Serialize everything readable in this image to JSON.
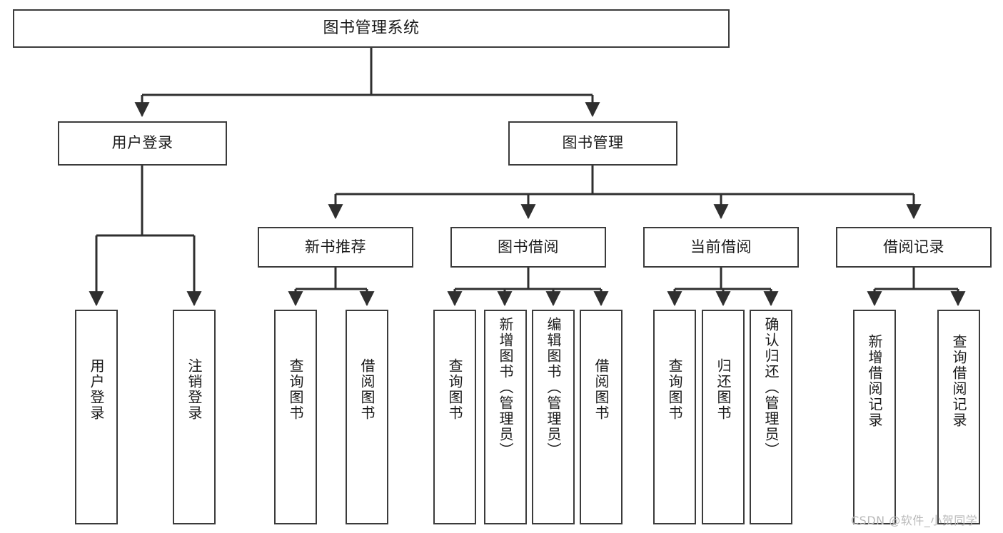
{
  "diagram": {
    "title": "图书管理系统",
    "type": "tree-hierarchy-diagram",
    "colors": {
      "box_border": "#3b3b3b",
      "box_fill": "#ffffff",
      "edge": "#2f2f2f",
      "text": "#1a1a1a",
      "watermark": "#b9b9b9",
      "background": "#ffffff"
    },
    "root": {
      "label": "图书管理系统"
    },
    "level2": [
      {
        "id": "user-login",
        "label": "用户登录"
      },
      {
        "id": "book-management",
        "label": "图书管理"
      }
    ],
    "level3": [
      {
        "id": "new-book-recommend",
        "label": "新书推荐"
      },
      {
        "id": "book-borrow",
        "label": "图书借阅"
      },
      {
        "id": "current-borrow",
        "label": "当前借阅"
      },
      {
        "id": "borrow-record",
        "label": "借阅记录"
      }
    ],
    "leaves": {
      "user-login": [
        {
          "id": "user-login-leaf",
          "label": "用户登录"
        },
        {
          "id": "user-logout-leaf",
          "label": "注销登录"
        }
      ],
      "new-book-recommend": [
        {
          "id": "query-book-1",
          "label": "查询图书"
        },
        {
          "id": "borrow-book-1",
          "label": "借阅图书"
        }
      ],
      "book-borrow": [
        {
          "id": "query-book-2",
          "label": "查询图书"
        },
        {
          "id": "add-book",
          "label": "新增图书（管理员）"
        },
        {
          "id": "edit-book",
          "label": "编辑图书（管理员）"
        },
        {
          "id": "borrow-book-2",
          "label": "借阅图书"
        }
      ],
      "current-borrow": [
        {
          "id": "query-book-3",
          "label": "查询图书"
        },
        {
          "id": "return-book",
          "label": "归还图书"
        },
        {
          "id": "confirm-return",
          "label": "确认归还（管理员）"
        }
      ],
      "borrow-record": [
        {
          "id": "add-borrow-record",
          "label": "新增借阅记录"
        },
        {
          "id": "query-borrow-record",
          "label": "查询借阅记录"
        }
      ]
    }
  },
  "watermark": {
    "text": "CSDN @软件_小贺同学"
  }
}
